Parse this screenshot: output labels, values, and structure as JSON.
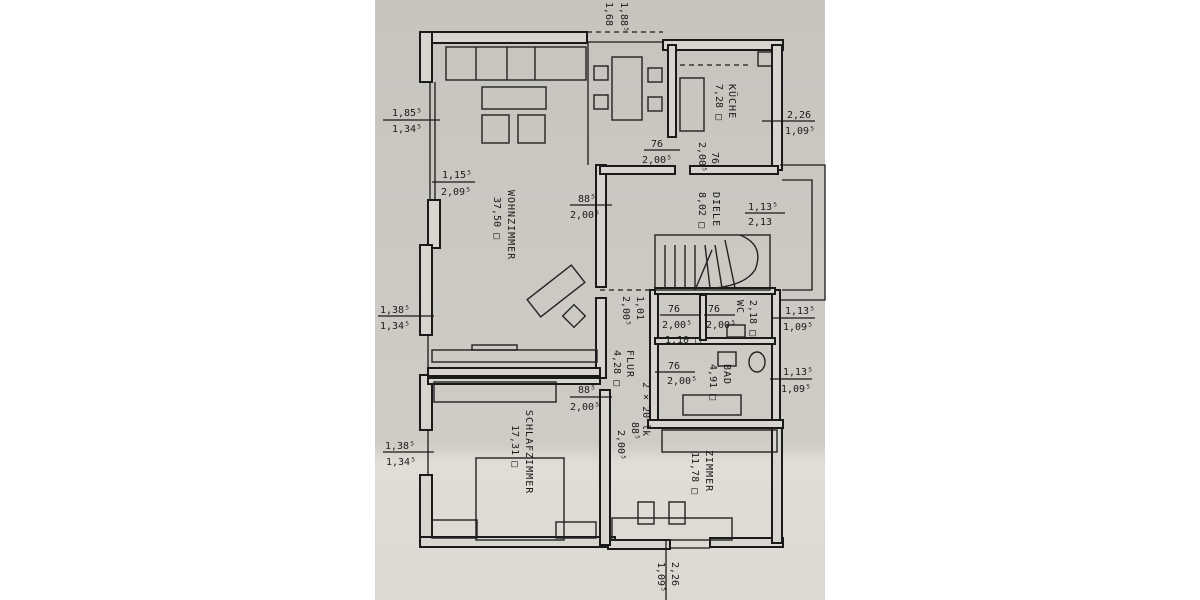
{
  "colors": {
    "paper_top": "#cbc8c2",
    "paper_bottom": "#dedbd4",
    "ink": "#1a1a1a"
  },
  "rooms": [
    {
      "name": "WOHNZIMMER",
      "area": "37,50 □"
    },
    {
      "name": "KÜCHE",
      "area": "7,28 □"
    },
    {
      "name": "DIELE",
      "area": "8,02 □"
    },
    {
      "name": "FLUR",
      "area": "4,28 □"
    },
    {
      "name": "WC",
      "area": "2,18 □"
    },
    {
      "name": "BAD",
      "area": "4,91 □"
    },
    {
      "name": "SCHLAFZIMMER",
      "area": "17,31 □"
    },
    {
      "name": "ZIMMER",
      "area": "11,78 □"
    },
    {
      "name": "",
      "area": "1,10 □"
    }
  ],
  "dimensions": {
    "top": [
      "1,68",
      "1,88⁵"
    ],
    "wohn_window_1": [
      "1,85⁵",
      "1,34⁵"
    ],
    "wohn_door": [
      "1,15⁵",
      "2,09⁵"
    ],
    "wohn_window_2": [
      "1,38⁵",
      "1,34⁵"
    ],
    "schlaf_window": [
      "1,38⁵",
      "1,34⁵"
    ],
    "kueche_door_1": [
      "76",
      "2,00⁵"
    ],
    "kueche_door_2": [
      "2,00⁵",
      "76"
    ],
    "kueche_window": [
      "2,26",
      "1,09⁵"
    ],
    "diele_entry": [
      "1,13⁵",
      "2,13"
    ],
    "diele_door": [
      "88⁵",
      "2,00⁵"
    ],
    "flur_opening": [
      "1,01",
      "2,00⁵"
    ],
    "wc_door_1": [
      "76",
      "2,00⁵"
    ],
    "wc_door_2": [
      "76",
      "2,00⁵"
    ],
    "wc_window": [
      "1,13⁵",
      "1,09⁵"
    ],
    "bad_door": [
      "76",
      "2,00⁵"
    ],
    "bad_window": [
      "1,13⁵",
      "1,09⁵"
    ],
    "heating": "2 × 20 lk",
    "schlaf_door": [
      "88⁵",
      "2,00⁵"
    ],
    "zimmer_door": [
      "88⁵",
      "2,00⁵"
    ],
    "zimmer_window": [
      "2,26",
      "1,09⁵"
    ]
  }
}
